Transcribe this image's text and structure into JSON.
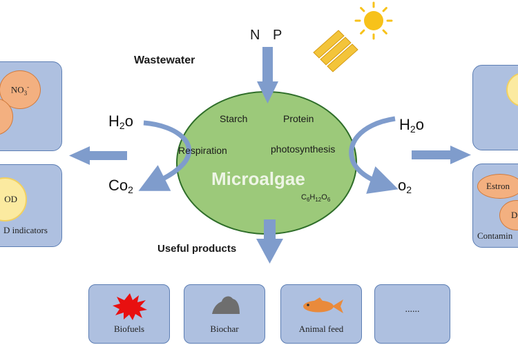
{
  "inputs": {
    "n": "N",
    "p": "P",
    "wastewater": "Wastewater"
  },
  "center": {
    "label": "Microalgae",
    "starch": "Starch",
    "protein": "Protein",
    "respiration": "Respiration",
    "photosynthesis": "photosynthesis",
    "formula": {
      "c": "C",
      "c_sub": "6",
      "h": "H",
      "h_sub": "12",
      "o": "O",
      "o_sub": "6"
    }
  },
  "molecules": {
    "h2o_left": {
      "base": "H",
      "sub": "2",
      "tail": "o"
    },
    "co2": {
      "base": "Co",
      "sub": "2"
    },
    "h2o_right": {
      "base": "H",
      "sub": "2",
      "tail": "o"
    },
    "o2": {
      "base": "o",
      "sub": "2"
    }
  },
  "left_panels": {
    "top": {
      "bubble1": {
        "base": "NO",
        "sub": "3",
        "sup": "-"
      }
    },
    "bottom": {
      "bubble": "OD",
      "caption": "D indicators"
    }
  },
  "right_panels": {
    "bottom": {
      "bubble1": "Estron",
      "bubble2": "D",
      "caption": "Contamin"
    }
  },
  "useful_products": {
    "title": "Useful products",
    "items": [
      {
        "label": "Biofuels",
        "icon": "explosion-icon"
      },
      {
        "label": "Biochar",
        "icon": "char-pile-icon"
      },
      {
        "label": "Animal feed",
        "icon": "fish-icon"
      },
      {
        "label": "......",
        "icon": ""
      }
    ]
  },
  "colors": {
    "arrow": "#7f9ccc",
    "ellipse_fill": "#9cc97a",
    "ellipse_stroke": "#2f6e2a",
    "panel_fill": "#aec0e0",
    "panel_stroke": "#5b7db3",
    "sun": "#f7c21a"
  }
}
